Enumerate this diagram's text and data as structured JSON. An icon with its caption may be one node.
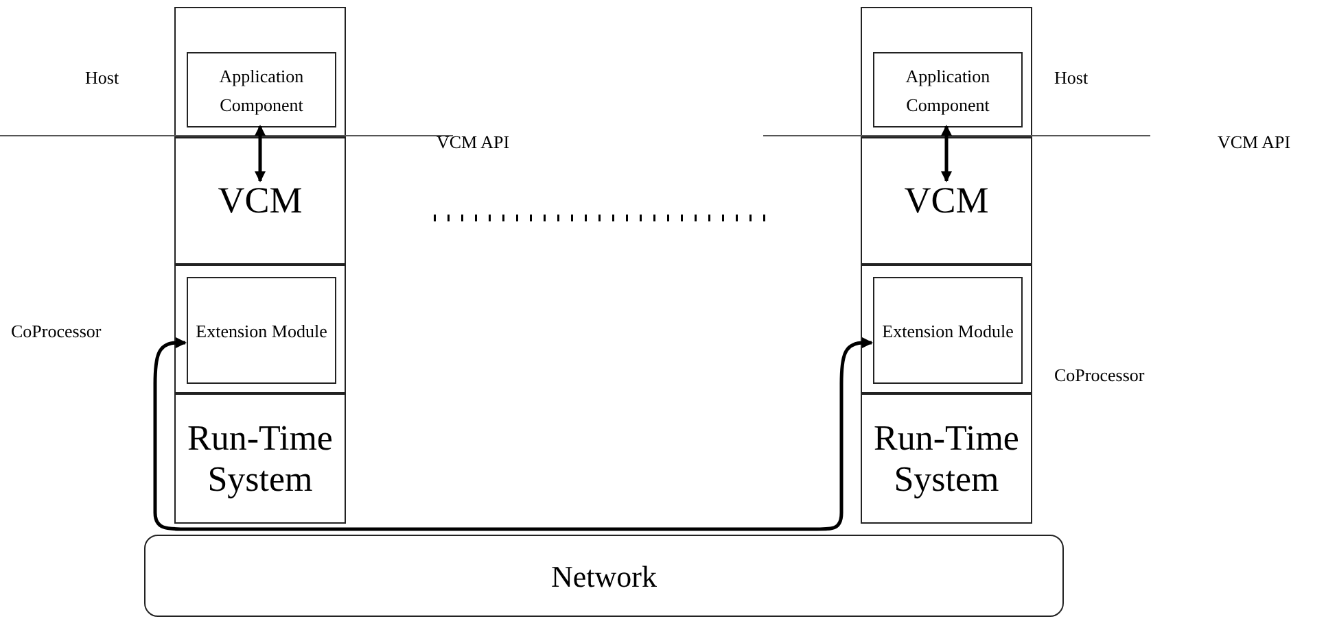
{
  "diagram": {
    "nodes": [
      {
        "text": [],
        "shape": "box"
      },
      {
        "text": [
          "Application Component"
        ],
        "in": 0
      },
      {
        "text": [
          "VCM"
        ]
      },
      {
        "text": [],
        "shape": "box"
      },
      {
        "text": [
          "Extension Module"
        ],
        "in": 3
      },
      {
        "text": [
          "Run-Time System"
        ]
      },
      {
        "text": [],
        "shape": "box"
      },
      {
        "text": [
          "Application Component"
        ],
        "in": 6
      },
      {
        "text": [
          "VCM"
        ]
      },
      {
        "text": [],
        "shape": "box"
      },
      {
        "text": [
          "Extension Module"
        ],
        "in": 9
      },
      {
        "text": [
          "Run-Time System"
        ]
      },
      {
        "text": [
          "Network"
        ]
      }
    ],
    "edges": [
      {
        "from": 1,
        "to": 2,
        "arrow": "both"
      },
      {
        "from": 7,
        "to": 8,
        "arrow": "both"
      },
      {
        "from": 4,
        "to": 10,
        "arrow": "both"
      }
    ],
    "labels": [
      "Host",
      "VCM API",
      "CoProcessor",
      "Host",
      "VCM API",
      "CoProcessor"
    ]
  }
}
